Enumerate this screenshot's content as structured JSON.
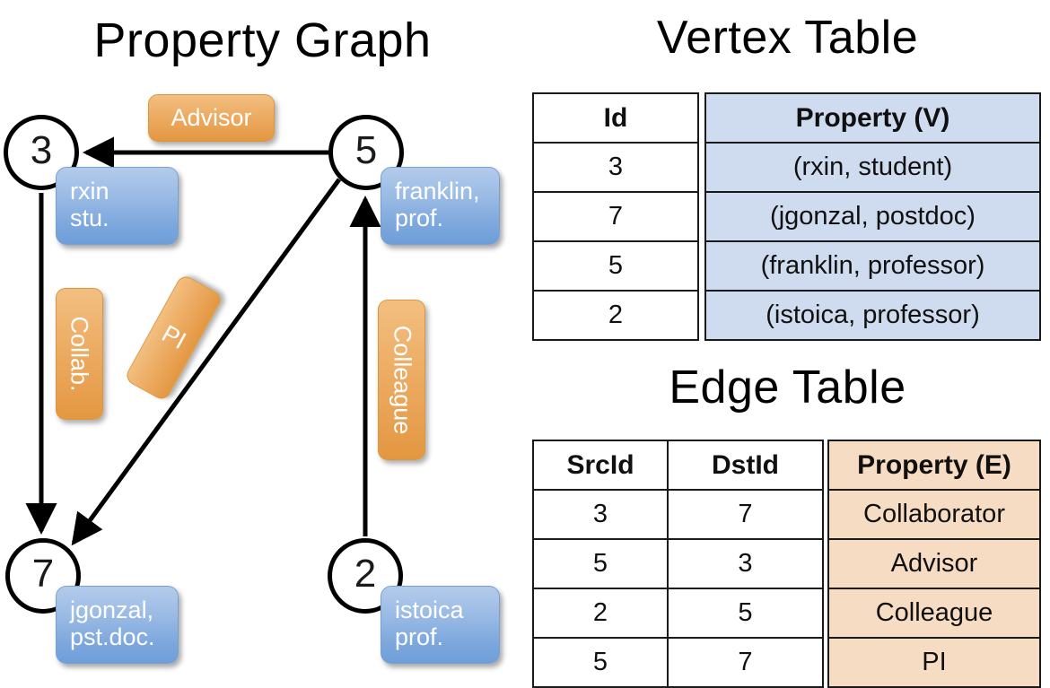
{
  "titles": {
    "property_graph": "Property Graph",
    "vertex_table": "Vertex Table",
    "edge_table": "Edge Table"
  },
  "graph": {
    "nodes": [
      {
        "id": "3",
        "property": "rxin\nstu."
      },
      {
        "id": "5",
        "property": "franklin,\nprof."
      },
      {
        "id": "7",
        "property": "jgonzal,\npst.doc."
      },
      {
        "id": "2",
        "property": "istoica\nprof."
      }
    ],
    "edge_labels": [
      {
        "label": "Advisor"
      },
      {
        "label": "Collab."
      },
      {
        "label": "PI"
      },
      {
        "label": "Colleague"
      }
    ]
  },
  "vertex_table": {
    "headers": [
      "Id",
      "Property (V)"
    ],
    "rows": [
      {
        "id": "3",
        "property": "(rxin, student)"
      },
      {
        "id": "7",
        "property": "(jgonzal, postdoc)"
      },
      {
        "id": "5",
        "property": "(franklin, professor)"
      },
      {
        "id": "2",
        "property": "(istoica, professor)"
      }
    ]
  },
  "edge_table": {
    "headers": [
      "SrcId",
      "DstId",
      "Property (E)"
    ],
    "rows": [
      {
        "src": "3",
        "dst": "7",
        "property": "Collaborator"
      },
      {
        "src": "5",
        "dst": "3",
        "property": "Advisor"
      },
      {
        "src": "2",
        "dst": "5",
        "property": "Colleague"
      },
      {
        "src": "5",
        "dst": "7",
        "property": "PI"
      }
    ]
  },
  "colors": {
    "vertex_property_fill": "#cfdcef",
    "edge_property_fill": "#f6dcc2",
    "node_box_blue": "#7ca7dd",
    "edge_label_orange": "#e79f4f",
    "stroke": "#000000"
  }
}
